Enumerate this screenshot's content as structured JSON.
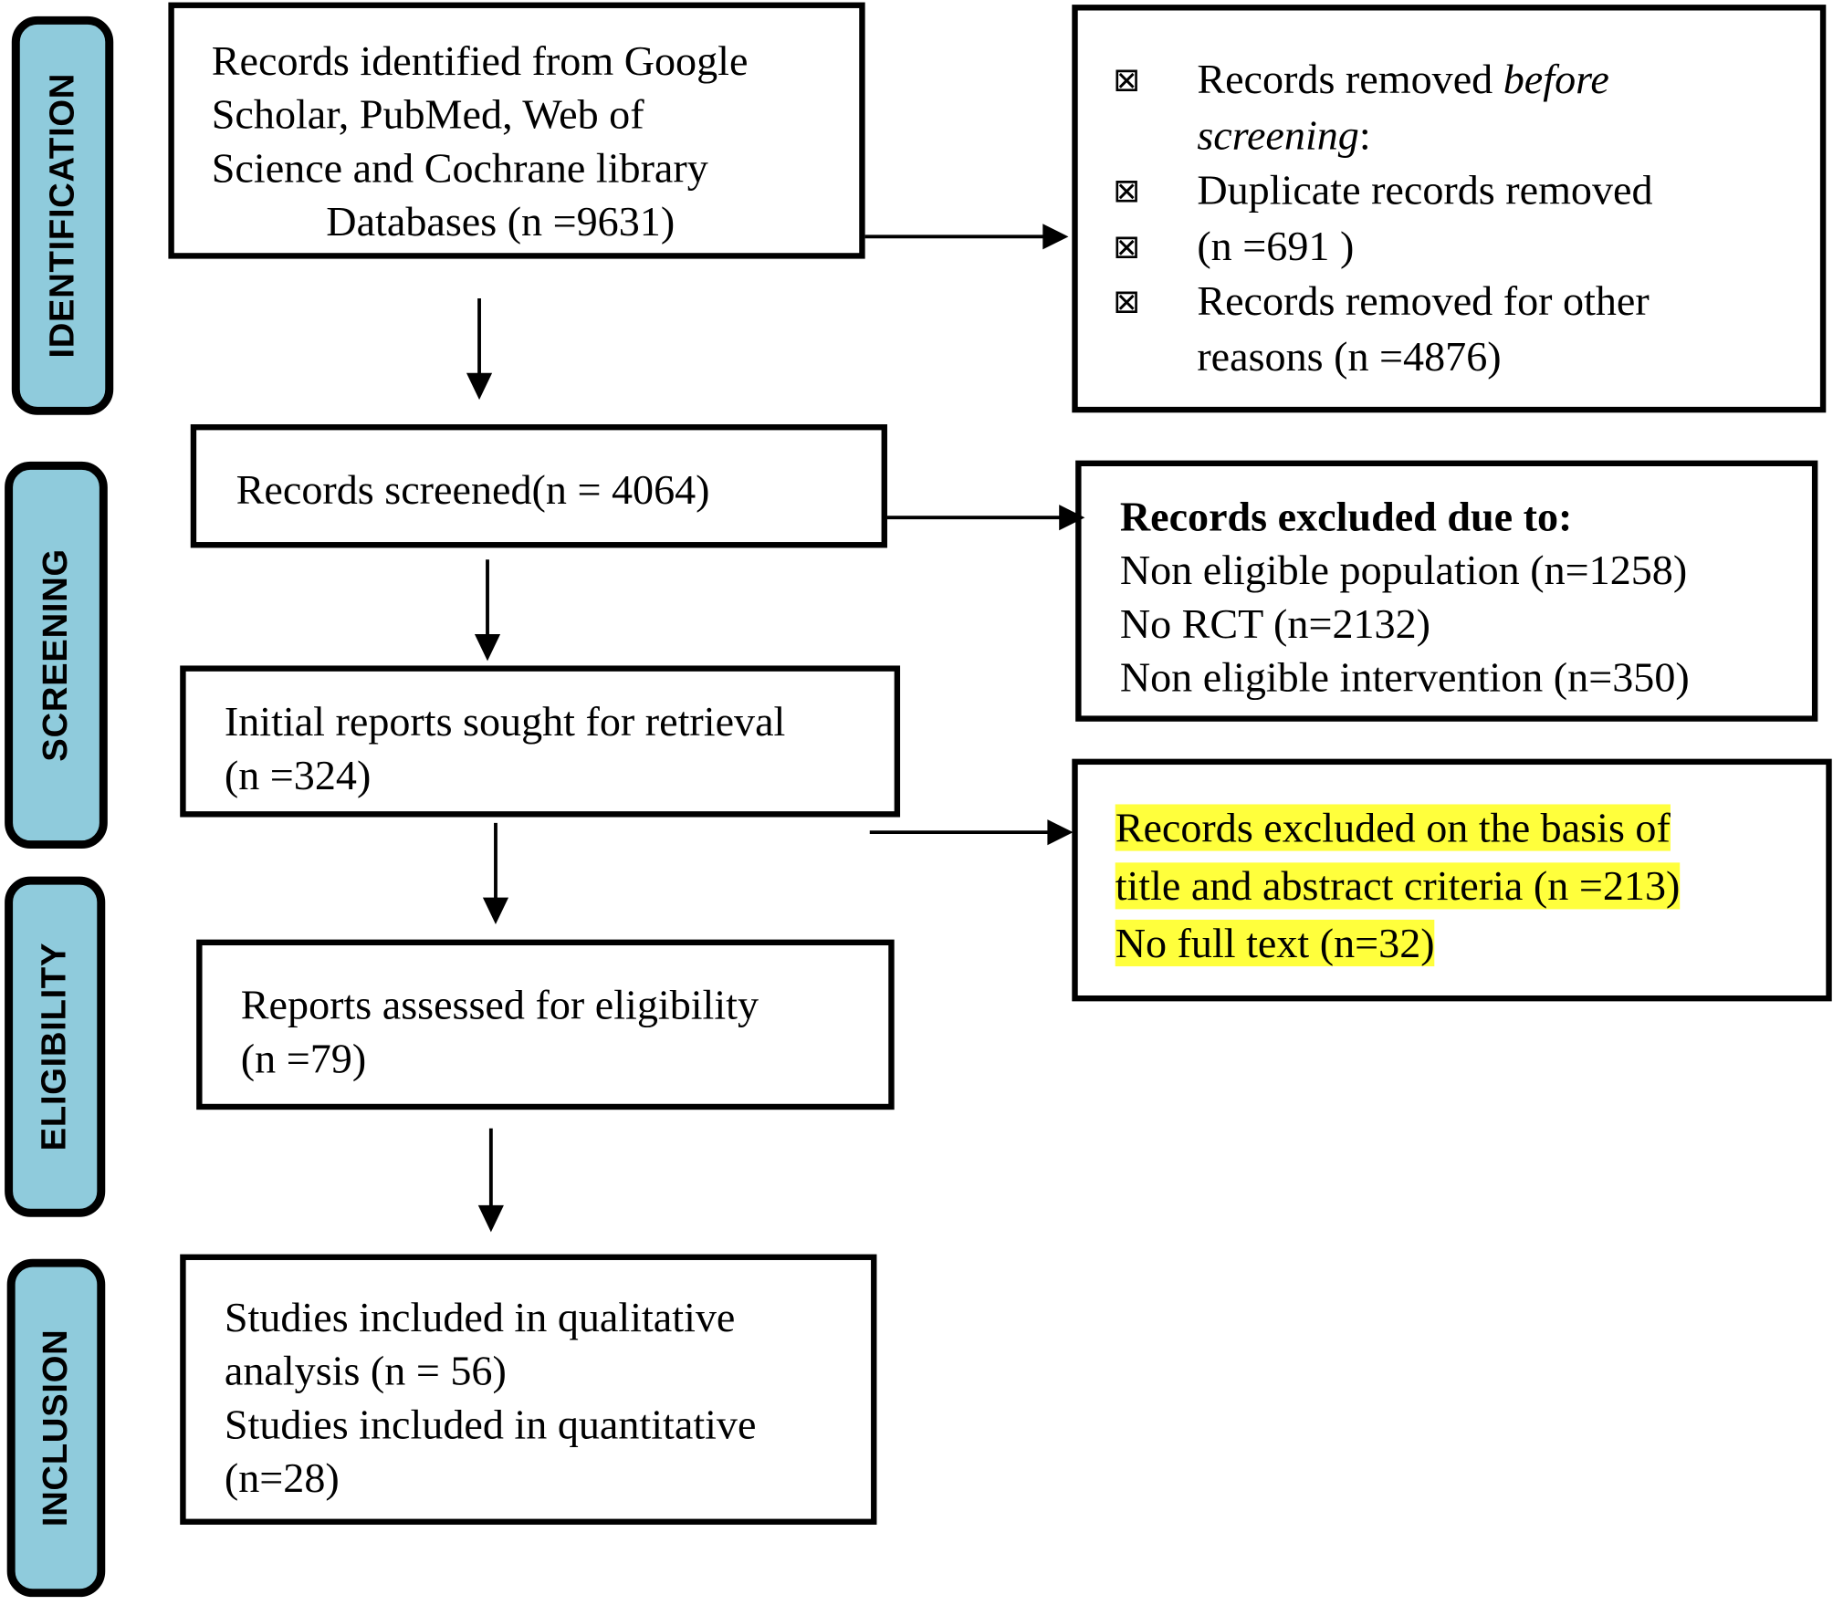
{
  "phases": {
    "identification": "IDENTIFICATION",
    "screening": "SCREENING",
    "eligibility": "ELIGIBILITY",
    "inclusion": "INCLUSION"
  },
  "identified": {
    "line1": "Records identified from Google",
    "line2": "Scholar, PubMed, Web of",
    "line3": "Science and Cochrane library",
    "line4": "Databases (n =9631)"
  },
  "removed": {
    "bullet": "⊠",
    "item1_prefix": "Records removed ",
    "item1_italic1": "before",
    "item1_italic2": "screening",
    "item1_suffix": ":",
    "item2": "Duplicate records removed",
    "item3": "(n =691 )",
    "item4_line1": "Records removed for other",
    "item4_line2": "reasons (n =4876)"
  },
  "screened": {
    "text": "Records screened(n = 4064)"
  },
  "excluded_screening": {
    "heading": "Records excluded due to:",
    "line1": "Non eligible population (n=1258)",
    "line2": "No RCT (n=2132)",
    "line3": "Non eligible intervention (n=350)"
  },
  "retrieval": {
    "line1": "Initial reports sought for retrieval",
    "line2": "(n =324)"
  },
  "excluded_title": {
    "line1": "Records excluded on the basis of",
    "line2": "title and abstract criteria (n =213)",
    "line3": "No full text (n=32)",
    "highlight_color": "#ffff3c"
  },
  "assessed": {
    "line1": "Reports assessed for eligibility",
    "line2": "(n =79)"
  },
  "included": {
    "line1": "Studies included in qualitative",
    "line2": "analysis (n = 56)",
    "line3": "Studies included in quantitative",
    "line4": "(n=28)"
  },
  "colors": {
    "phase_fill": "#8fcbdc",
    "border": "#000000"
  }
}
